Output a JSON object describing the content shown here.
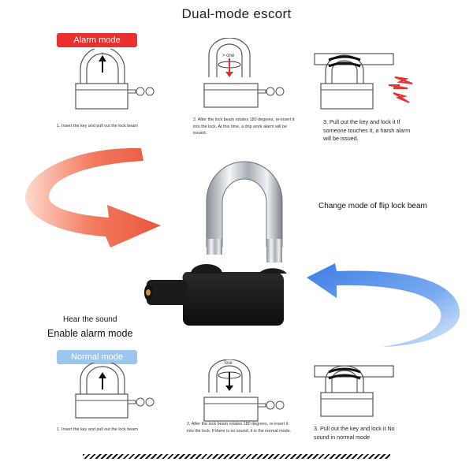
{
  "title": "Dual-mode escort",
  "alarm_badge": "Alarm mode",
  "normal_badge": "Normal mode",
  "alarm_steps": [
    {
      "text": "1. Insert the key and pull out the lock beam"
    },
    {
      "text": "2. After the lock beam rotates 180 degrees, re-insert it into the lock. At this time, a drip work alarm will be issued."
    },
    {
      "text": "3. Pull out the key and lock it If someone touches it, a harsh alarm will be issued."
    }
  ],
  "normal_steps": [
    {
      "text": "1. Insert the key and pull out the lock beam"
    },
    {
      "text": "2. After the lock beam rotates 180 degrees, re-insert it into the lock. If there is no sound, it is the normal mode."
    },
    {
      "text": "3. Pull out the key and lock it No sound in normal mode"
    }
  ],
  "step2_alarm_label": "> one",
  "step2_normal_label": "Soe",
  "change_mode": "Change mode of flip lock beam",
  "hear_sound": "Hear the sound",
  "enable_alarm": "Enable alarm mode",
  "colors": {
    "alarm_red": "#e8312f",
    "normal_blue": "#9cc7ec",
    "arrow_red": "#f06a52",
    "arrow_blue": "#4f8fe6"
  }
}
